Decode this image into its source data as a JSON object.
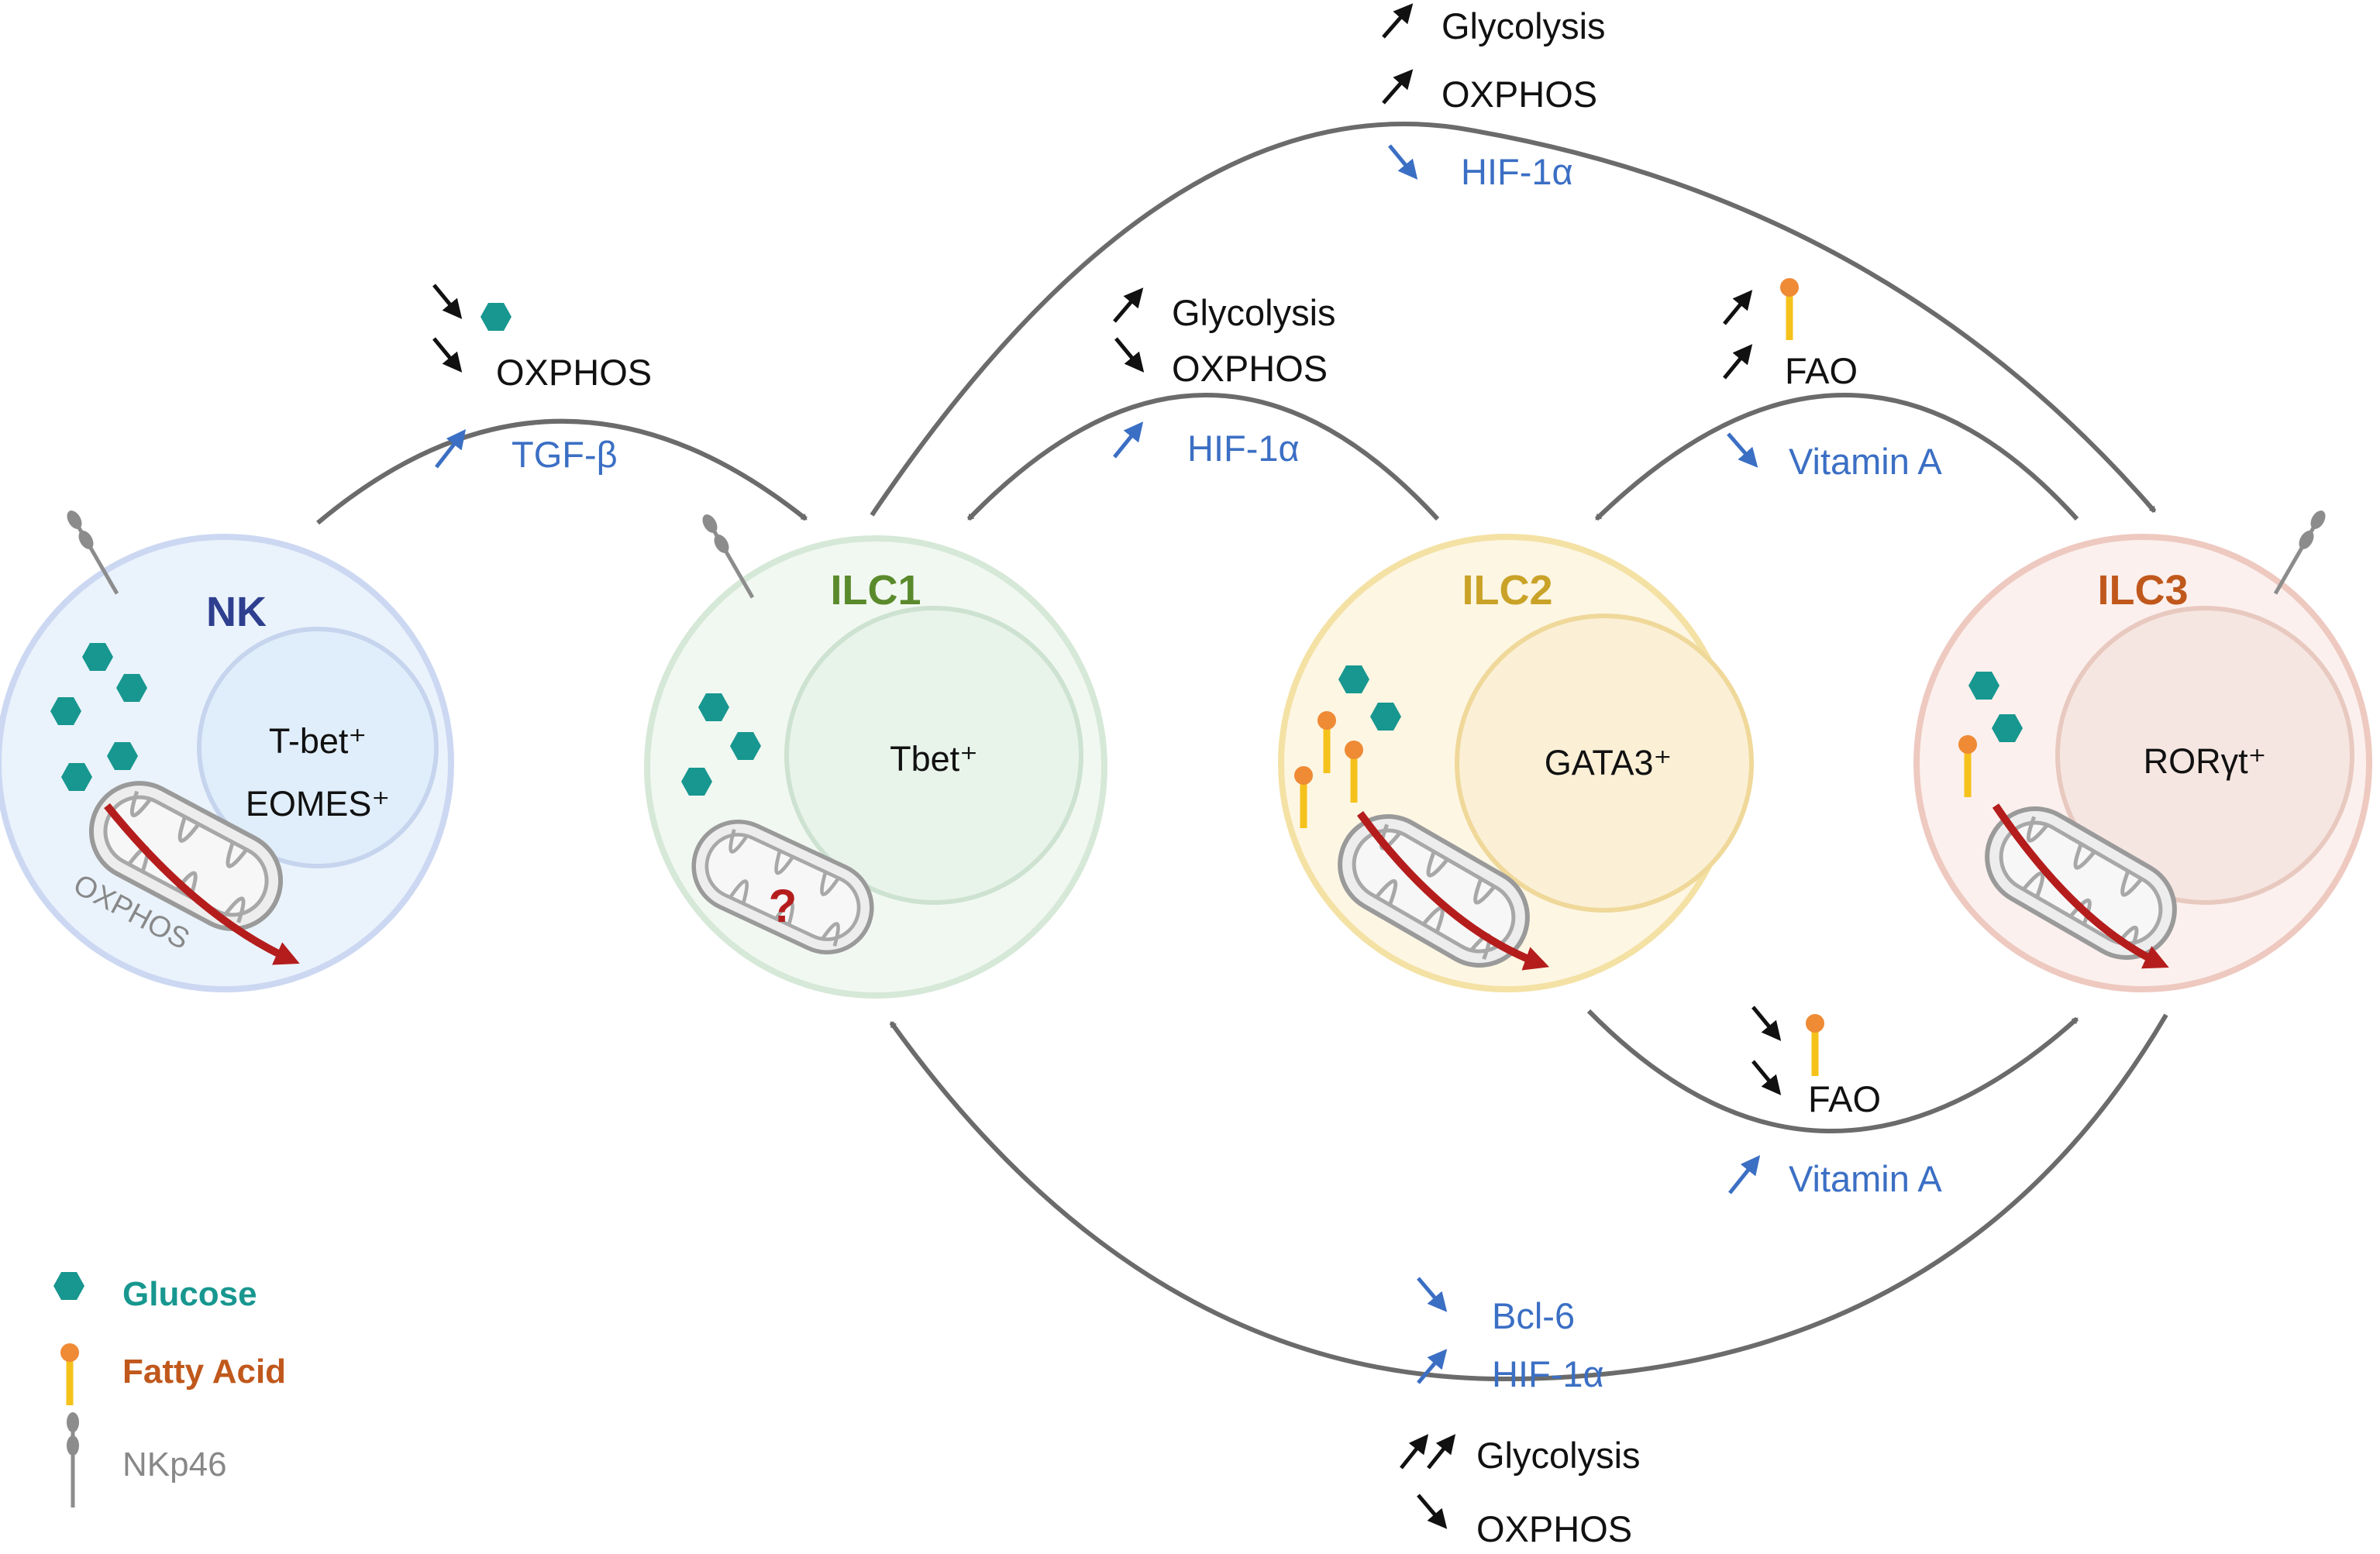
{
  "colors": {
    "nk": "#2e3f8f",
    "ilc1": "#5a8a2c",
    "ilc2": "#c9a227",
    "ilc3": "#c0581c",
    "regulator": "#3b6fc4",
    "glucose": "#17978f",
    "fatty_acid_head": "#ef8a35",
    "fatty_acid_tail": "#f5c21b",
    "flow_arrow": "#6b6b6b",
    "metabolic_arrow": "#b51d1d"
  },
  "cells": {
    "nk": {
      "title": "NK",
      "nucleus": [
        "T-bet⁺",
        "EOMES⁺"
      ],
      "mito_label": "OXPHOS"
    },
    "ilc1": {
      "title": "ILC1",
      "nucleus": [
        "Tbet⁺"
      ],
      "mito_mark": "?"
    },
    "ilc2": {
      "title": "ILC2",
      "nucleus": [
        "GATA3⁺"
      ]
    },
    "ilc3": {
      "title": "ILC3",
      "nucleus": [
        "RORγt⁺"
      ]
    }
  },
  "transitions": {
    "nk_to_ilc1": {
      "oxphos": "OXPHOS",
      "regulator": "TGF-β"
    },
    "ilc1_to_ilc3": {
      "glycolysis": "Glycolysis",
      "oxphos": "OXPHOS",
      "regulator": "HIF-1α"
    },
    "ilc2_to_ilc1": {
      "glycolysis": "Glycolysis",
      "oxphos": "OXPHOS",
      "regulator": "HIF-1α"
    },
    "ilc3_to_ilc2": {
      "fao": "FAO",
      "regulator": "Vitamin A"
    },
    "ilc2_to_ilc3": {
      "fao": "FAO",
      "regulator": "Vitamin A"
    },
    "ilc3_to_ilc1": {
      "regulator_1": "Bcl-6",
      "regulator_2": "HIF-1α",
      "glycolysis": "Glycolysis",
      "oxphos": "OXPHOS"
    }
  },
  "legend": {
    "glucose": "Glucose",
    "fatty_acid": "Fatty Acid",
    "nkp46": "NKp46"
  }
}
